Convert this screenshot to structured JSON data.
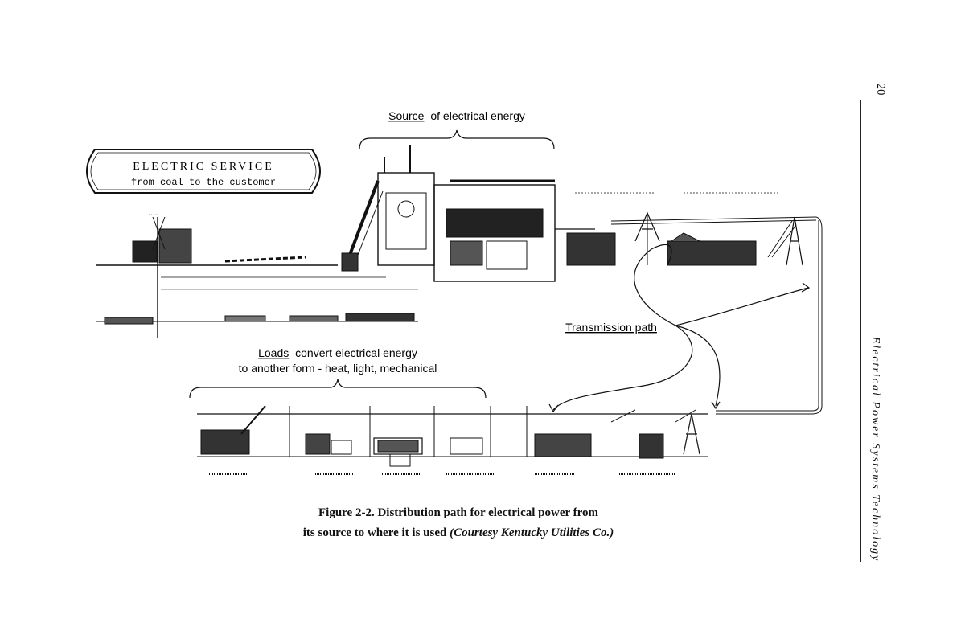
{
  "page": {
    "number": "20",
    "running_head": "Electrical Power Systems Technology"
  },
  "banner": {
    "title": "ELECTRIC SERVICE",
    "subtitle": "from coal to the customer"
  },
  "labels": {
    "source_word": "Source",
    "source_rest": "of electrical energy",
    "transmission": "Transmission path",
    "loads_word": "Loads",
    "loads_rest": "convert electrical energy",
    "loads_line2": "to another form - heat, light, mechanical"
  },
  "caption": {
    "line1": "Figure 2-2. Distribution path for electrical power from",
    "line2_plain": "its source to where it is used ",
    "line2_credit": "(Courtesy Kentucky Utilities Co.)"
  }
}
